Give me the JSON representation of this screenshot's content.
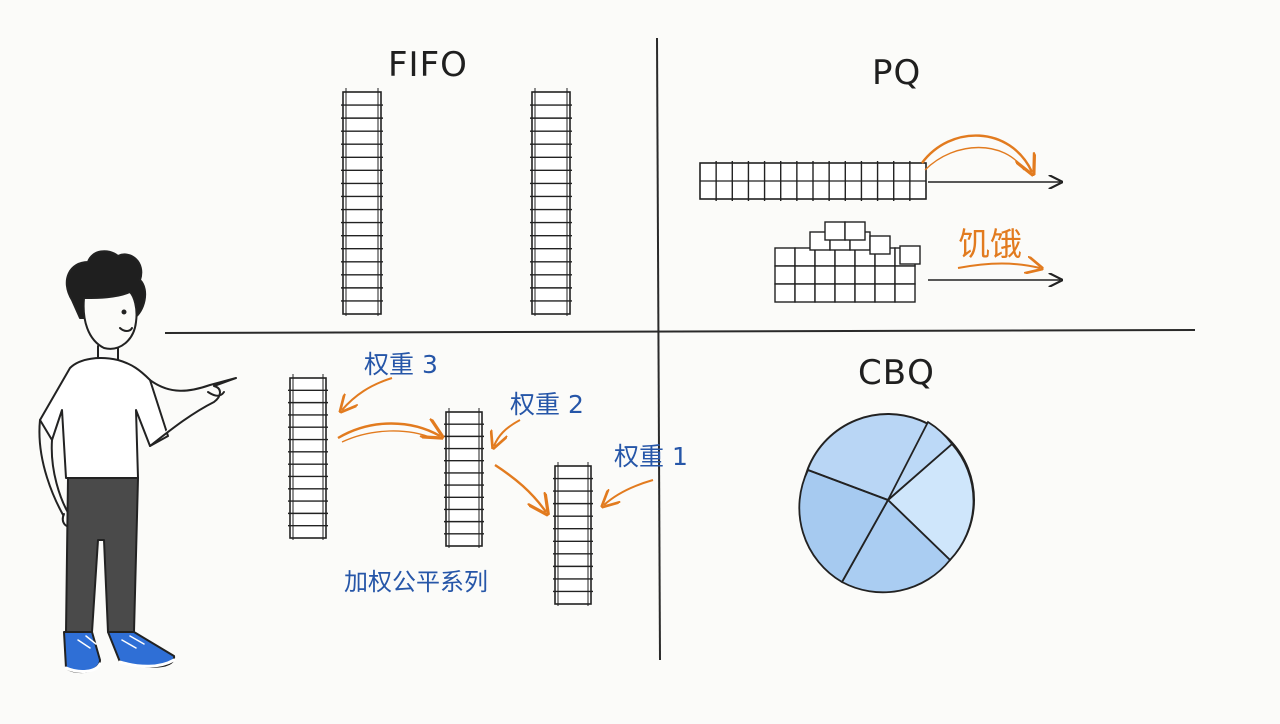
{
  "quadrants": {
    "fifo": {
      "title": "FIFO"
    },
    "pq": {
      "title": "PQ",
      "starvation_label": "饥饿"
    },
    "wfq": {
      "weights": [
        "权重 3",
        "权重 2",
        "权重 1"
      ],
      "caption": "加权公平系列"
    },
    "cbq": {
      "title": "CBQ"
    }
  },
  "colors": {
    "ink": "#1f1f1f",
    "blue_text": "#2656a8",
    "orange_arrow": "#e27b1f",
    "pie_fill": "#b9d6f5"
  },
  "icons": [
    "presenter-figure",
    "arrow-icon",
    "pie-icon"
  ]
}
